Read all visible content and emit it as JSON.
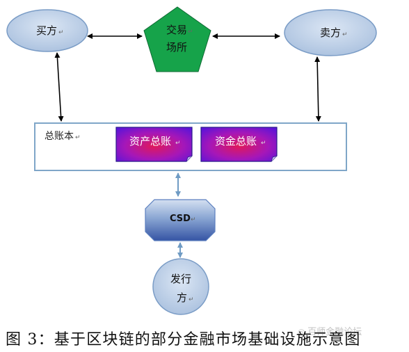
{
  "nodes": {
    "buyer": "买方",
    "exchange_line1": "交易",
    "exchange_line2": "场所",
    "seller": "卖方",
    "ledger": "总账本",
    "asset_ledger": "资产总账",
    "fund_ledger": "资金总账",
    "csd": "CSD",
    "issuer_line1": "发行",
    "issuer_line2": "方"
  },
  "caption": "图 3：基于区块链的部分金融市场基础设施示意图",
  "watermark": "百师金融论坛",
  "colors": {
    "ellipse_fill": "#b8cce4",
    "ellipse_stroke": "#7a9cc6",
    "pentagon_fill": "#16a34a",
    "ledger_stroke": "#7fa6c8",
    "note_gradient_center": "#e0195a",
    "note_gradient_edge": "#6a14d6",
    "csd_fill_light": "#c7d6ec",
    "csd_fill_dark": "#3f5fa8",
    "connector_blue": "#6f9bc4",
    "arrow_black": "#000000"
  }
}
